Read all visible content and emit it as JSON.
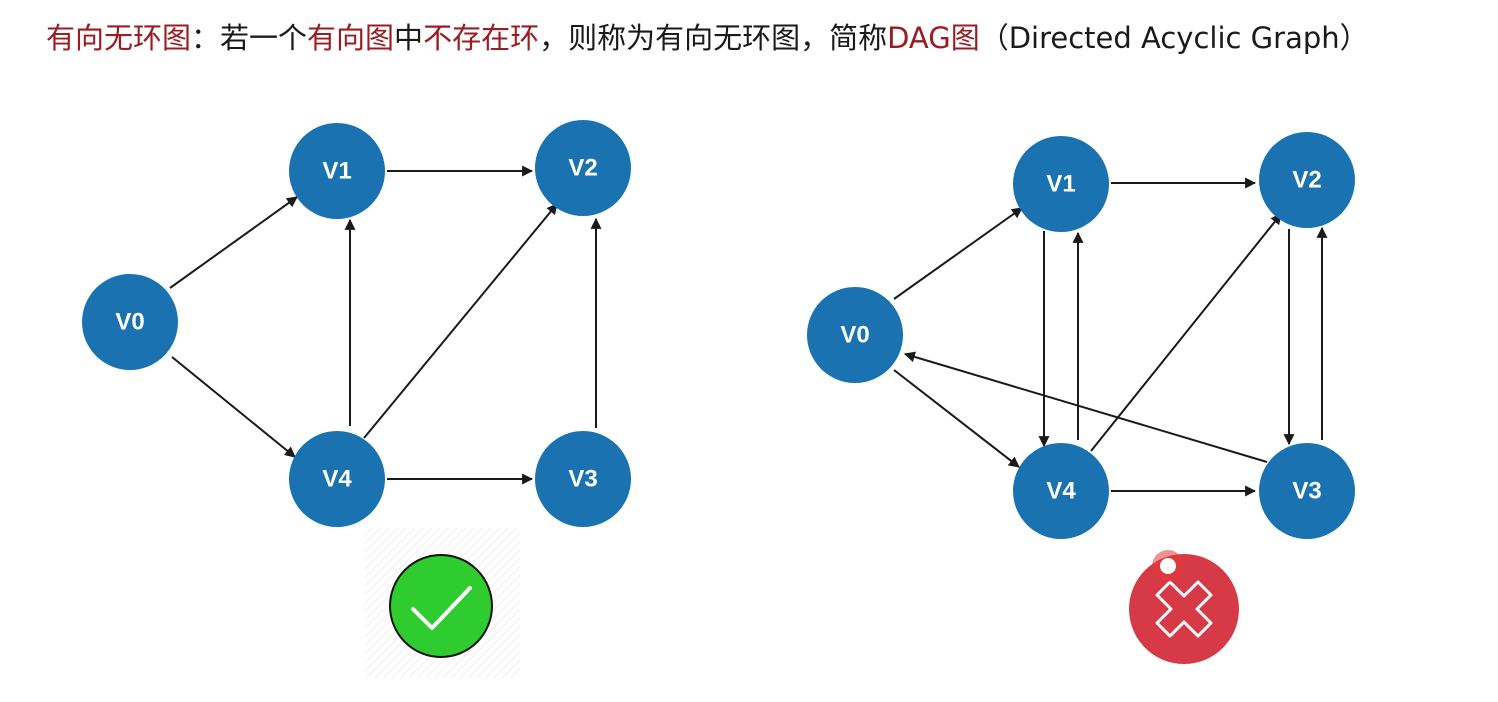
{
  "heading": {
    "part1": "有向无环图",
    "part2": "：若一个",
    "part3": "有向图",
    "part4": "中",
    "part5": "不存在环",
    "part6": "，则称为有向无环图，简称",
    "part7": "DAG图",
    "part8": "（Directed Acyclic Graph）"
  },
  "colors": {
    "highlight": "#9b1c22",
    "node_fill": "#1a73b0",
    "valid_mark": "#2ecc2e",
    "invalid_mark": "#d63a46"
  },
  "graphs": [
    {
      "verdict": "valid",
      "icon": "checkmark-icon",
      "nodes": [
        "V0",
        "V1",
        "V2",
        "V3",
        "V4"
      ],
      "edges": [
        [
          "V0",
          "V1"
        ],
        [
          "V0",
          "V4"
        ],
        [
          "V1",
          "V2"
        ],
        [
          "V4",
          "V1"
        ],
        [
          "V4",
          "V2"
        ],
        [
          "V4",
          "V3"
        ],
        [
          "V3",
          "V2"
        ]
      ]
    },
    {
      "verdict": "invalid",
      "icon": "cross-icon",
      "nodes": [
        "V0",
        "V1",
        "V2",
        "V3",
        "V4"
      ],
      "edges": [
        [
          "V0",
          "V1"
        ],
        [
          "V0",
          "V4"
        ],
        [
          "V1",
          "V2"
        ],
        [
          "V1",
          "V4"
        ],
        [
          "V4",
          "V1"
        ],
        [
          "V4",
          "V2"
        ],
        [
          "V4",
          "V3"
        ],
        [
          "V2",
          "V3"
        ],
        [
          "V3",
          "V2"
        ],
        [
          "V3",
          "V0"
        ]
      ]
    }
  ]
}
